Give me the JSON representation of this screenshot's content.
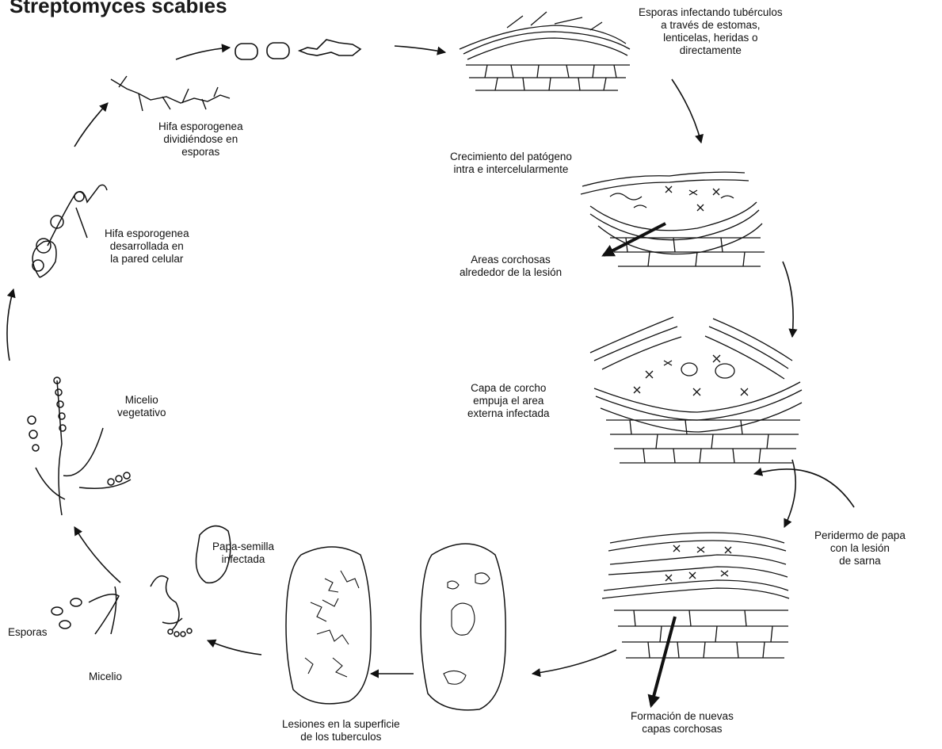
{
  "title": "Streptomyces scabies",
  "labels": {
    "infection": [
      "Esporas infectando tubérculos",
      "a través de estomas,",
      "lenticelas, heridas o",
      "directamente"
    ],
    "growth": [
      "Crecimiento del patógeno",
      "intra e intercelularmente"
    ],
    "cork_areas": [
      "Areas corchosas",
      "alrededor de la lesión"
    ],
    "cork_layer": [
      "Capa de corcho",
      "empuja el area",
      "externa infectada"
    ],
    "periderm": [
      "Peridermo de papa",
      "con la lesión",
      "de sarna"
    ],
    "new_layers": [
      "Formación de nuevas",
      "capas corchosas"
    ],
    "lesions": [
      "Lesiones en la superficie",
      "de los tuberculos"
    ],
    "seed": [
      "Papa-semilla",
      "infectada"
    ],
    "spores": "Esporas",
    "mycelium": "Micelio",
    "vegetative": [
      "Micelio",
      "vegetativo"
    ],
    "hypha_wall": [
      "Hifa esporogenea",
      "desarrollada en",
      "la pared celular"
    ],
    "hypha_dividing": [
      "Hifa esporogenea",
      "dividiéndose en",
      "esporas"
    ]
  }
}
